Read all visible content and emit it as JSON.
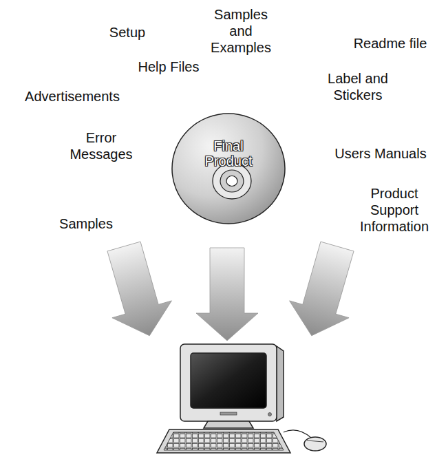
{
  "diagram": {
    "nodes": [
      {
        "text": [
          "Final Product"
        ]
      }
    ],
    "labels": [
      "Samples and Examples",
      "Setup",
      "Readme file",
      "Help Files",
      "Label and Stickers",
      "Advertisements",
      "Error Messages",
      "Users Manuals",
      "Product Support Information",
      "Samples"
    ]
  }
}
